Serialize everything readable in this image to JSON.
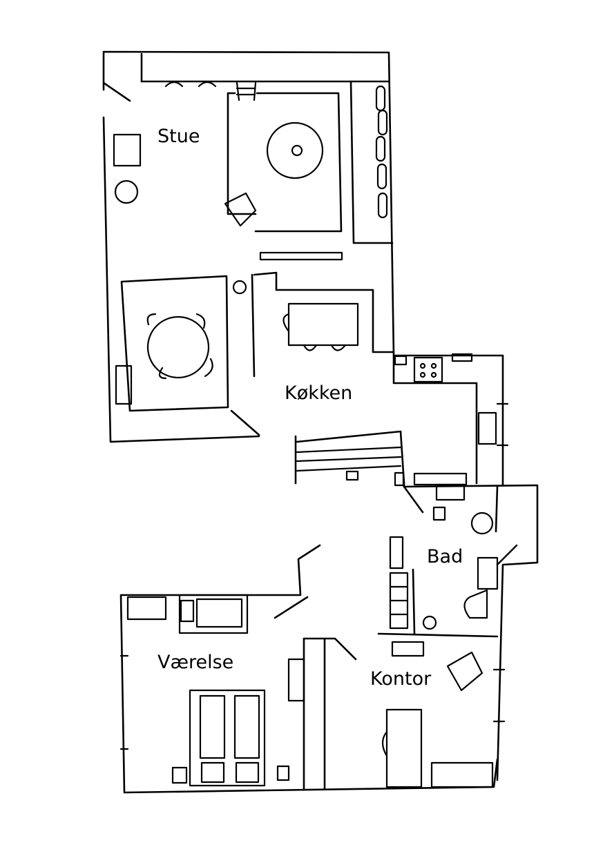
{
  "plan": {
    "rooms": {
      "living": "Stue",
      "kitchen": "Køkken",
      "bath": "Bad",
      "bedroom": "Værelse",
      "office": "Kontor"
    }
  }
}
